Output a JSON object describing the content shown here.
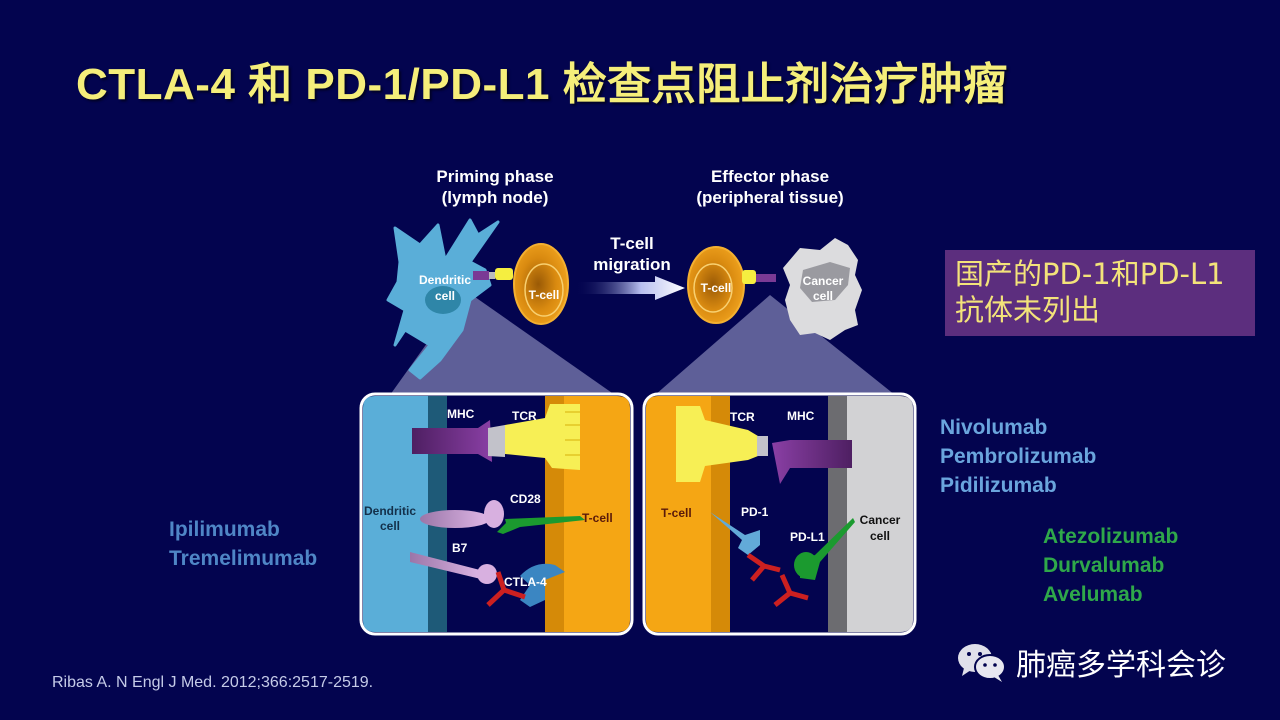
{
  "slide": {
    "title": "CTLA-4 和 PD-1/PD-L1 检查点阻止剂治疗肿瘤",
    "background_color": "#03044f",
    "title_color": "#f5ee7a"
  },
  "phases": {
    "priming": {
      "line1": "Priming phase",
      "line2": "(lymph node)"
    },
    "effector": {
      "line1": "Effector phase",
      "line2": "(peripheral tissue)"
    },
    "migration": {
      "line1": "T-cell",
      "line2": "migration"
    }
  },
  "top_cells": {
    "dendritic": {
      "line1": "Dendritic",
      "line2": "cell"
    },
    "tcell_left": "T-cell",
    "tcell_right": "T-cell",
    "cancer": {
      "line1": "Cancer",
      "line2": "cell"
    }
  },
  "left_panel": {
    "mhc": "MHC",
    "tcr": "TCR",
    "dendritic": {
      "line1": "Dendritic",
      "line2": "cell"
    },
    "cd28": "CD28",
    "tcell": "T-cell",
    "b7": "B7",
    "ctla4": "CTLA-4"
  },
  "right_panel": {
    "tcr": "TCR",
    "mhc": "MHC",
    "tcell": "T-cell",
    "pd1": "PD-1",
    "pdl1": "PD-L1",
    "cancer": {
      "line1": "Cancer",
      "line2": "cell"
    }
  },
  "note_box": {
    "text": "国产的PD-1和PD-L1抗体未列出",
    "background_color": "#5c2e7e",
    "text_color": "#f3e37a"
  },
  "drugs": {
    "ctla4_inhibitors": [
      "Ipilimumab",
      "Tremelimumab"
    ],
    "pd1_inhibitors": [
      "Nivolumab",
      "Pembrolizumab",
      "Pidilizumab"
    ],
    "pdl1_inhibitors": [
      "Atezolizumab",
      "Durvalumab",
      "Avelumab"
    ]
  },
  "citation": "Ribas A. N Engl J Med. 2012;366:2517-2519.",
  "watermark": {
    "icon": "wechat-icon",
    "text": "肺癌多学科会诊"
  }
}
